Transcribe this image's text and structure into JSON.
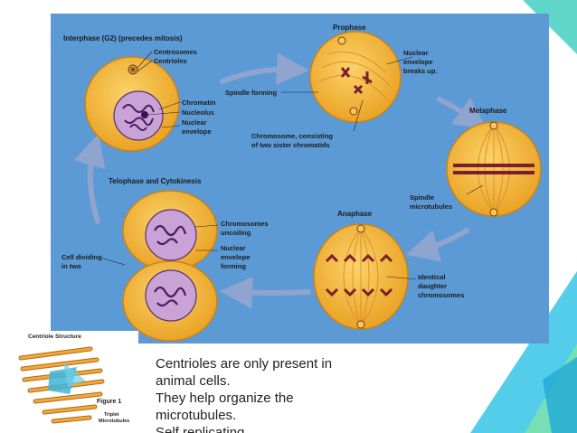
{
  "diagram": {
    "stages": {
      "interphase": "Interphase (G2) (precedes mitosis)",
      "prophase": "Prophase",
      "metaphase": "Metaphase",
      "anaphase": "Anaphase",
      "telophase": "Telophase and Cytokinesis"
    },
    "labels": {
      "centrosomes": "Centrosomes",
      "centrioles": "Centrioles",
      "chromatin": "Chromatin",
      "nucleolus": "Nucleolus",
      "nuclear_envelope_1": "Nuclear",
      "nuclear_envelope_2": "envelope",
      "spindle_forming": "Spindle forming",
      "env_breaks_1": "Nuclear",
      "env_breaks_2": "envelope",
      "env_breaks_3": "breaks up.",
      "chromosome_1": "Chromosome, consisting",
      "chromosome_2": "of two sister chromatids",
      "spindle_1": "Spindle",
      "spindle_2": "microtubules",
      "identical_1": "Identical",
      "identical_2": "daughter",
      "identical_3": "chromosomes",
      "uncoiling_1": "Chromosomes",
      "uncoiling_2": "uncoiling",
      "forming_1": "Nuclear",
      "forming_2": "envelope",
      "forming_3": "forming",
      "dividing_1": "Cell dividing",
      "dividing_2": "in two"
    }
  },
  "inset": {
    "title": "Centriole Structure",
    "figure": "Figure 1",
    "caption_1": "Triplet",
    "caption_2": "Microtubules"
  },
  "text_lines": [
    "Centrioles are only present in",
    "animal cells.",
    "They help organize the",
    "microtubules.",
    "Self replicating"
  ],
  "colors": {
    "panel_bg": "#5b9ad5",
    "cell_fill": "#f3b534",
    "nucleus_fill": "#c9a2d6",
    "chromosome": "#7d1f2b",
    "arrow": "#8fa4cf",
    "accent_green": "#3fcf8f",
    "accent_blue": "#3fbfe6"
  }
}
